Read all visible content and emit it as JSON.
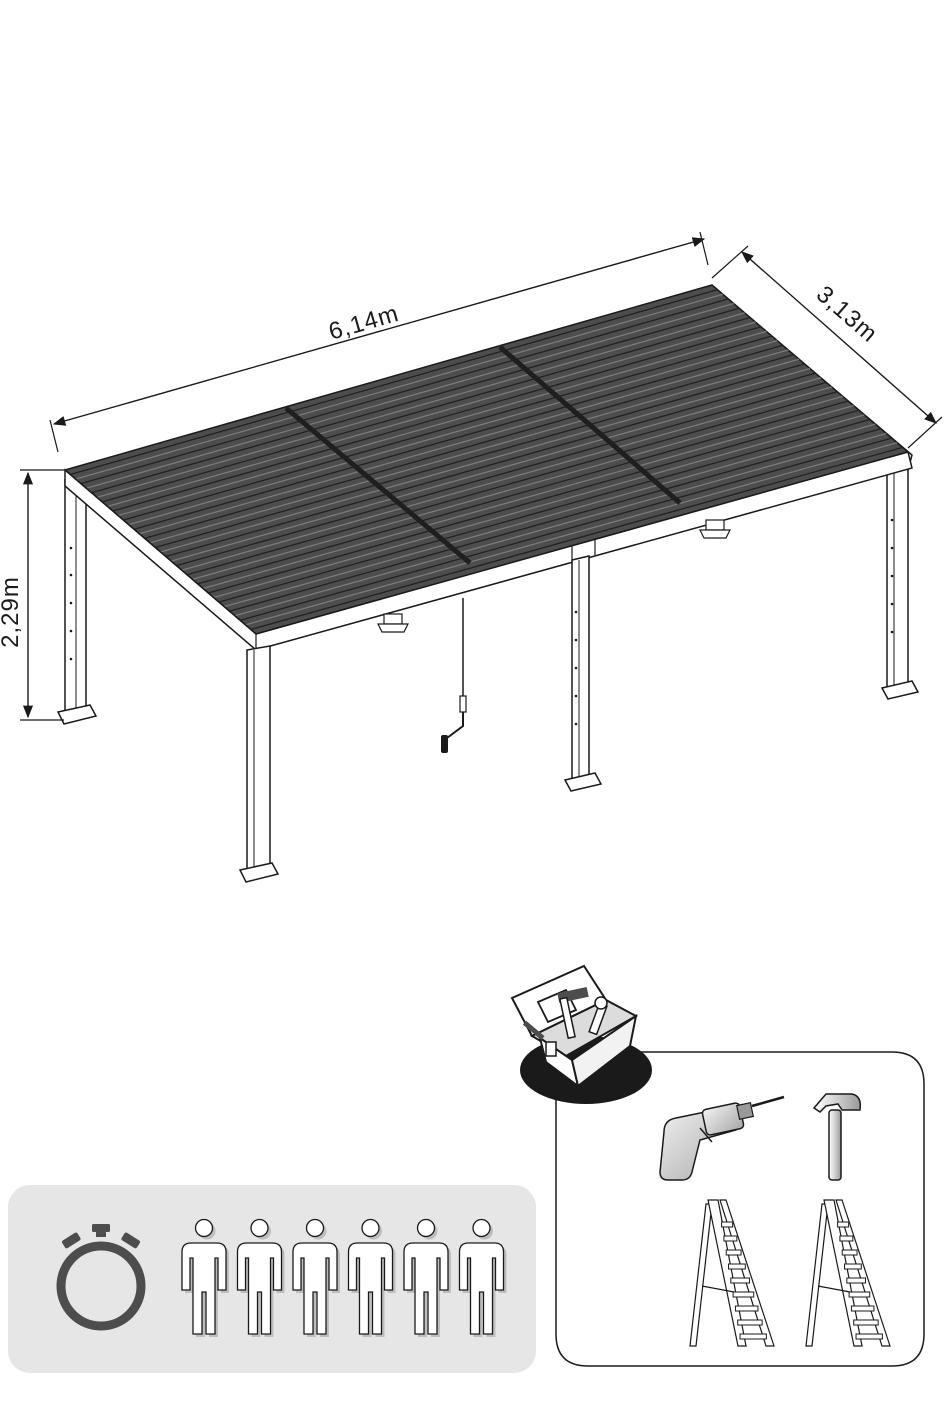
{
  "dimensions": {
    "length": "6,14m",
    "depth": "3,13m",
    "height": "2,29m"
  },
  "icons": {
    "pergola": "louvered-pergola-diagram",
    "toolbox": "toolbox-icon",
    "stopwatch": "stopwatch-icon",
    "person": "person-icon",
    "drill": "drill-icon",
    "hammer": "hammer-icon",
    "ladder": "ladder-icon"
  },
  "people": {
    "count": 6
  },
  "ladders": {
    "count": 2
  },
  "colors": {
    "line": "#1a1a1a",
    "roof": "#555555",
    "panel": "#e6e6e6",
    "stopwatch": "#555555"
  }
}
